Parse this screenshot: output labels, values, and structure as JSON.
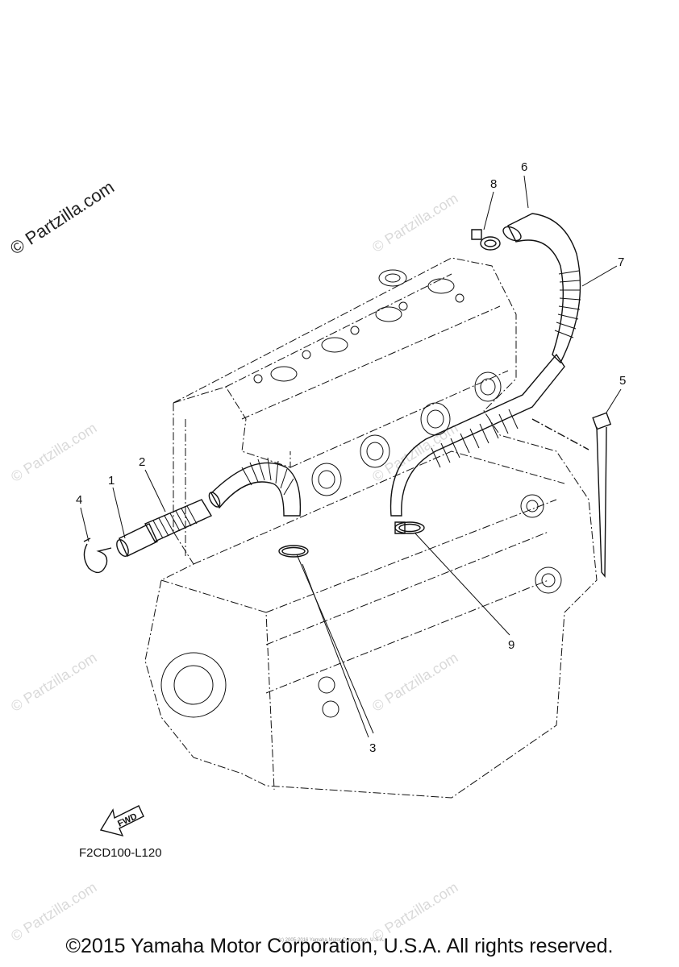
{
  "watermark": "© Partzilla.com",
  "callouts": [
    "1",
    "2",
    "3",
    "4",
    "5",
    "6",
    "7",
    "8",
    "9"
  ],
  "fwd_label": "FWD",
  "diagram_code": "F2CD100-L120",
  "copyright": "©2015 Yamaha Motor Corporation, U.S.A. All rights reserved.",
  "small_copyright": "(c) 2005-2016 Yamaha Motor Corporation, U.S.A."
}
